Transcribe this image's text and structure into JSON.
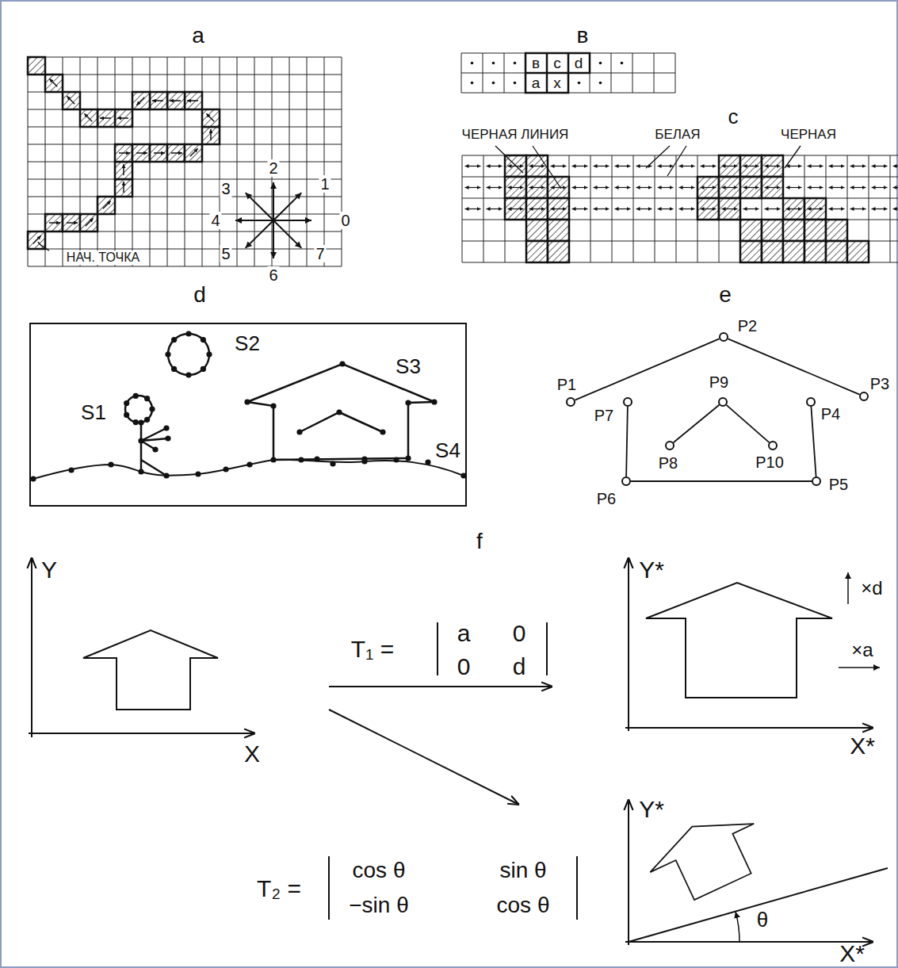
{
  "diagram": {
    "nodes": [
      {
        "text": [
          "P1"
        ]
      },
      {
        "text": [
          "P2"
        ]
      },
      {
        "text": [
          "P3"
        ]
      },
      {
        "text": [
          "P4"
        ]
      },
      {
        "text": [
          "P5"
        ]
      },
      {
        "text": [
          "P6"
        ]
      },
      {
        "text": [
          "P7"
        ]
      },
      {
        "text": [
          "P8"
        ]
      },
      {
        "text": [
          "P9"
        ]
      },
      {
        "text": [
          "P10"
        ]
      }
    ],
    "edges": [
      {
        "from": 0,
        "to": 1,
        "arrow": "none"
      },
      {
        "from": 1,
        "to": 2,
        "arrow": "none"
      },
      {
        "from": 6,
        "to": 5,
        "arrow": "none"
      },
      {
        "from": 5,
        "to": 4,
        "arrow": "none"
      },
      {
        "from": 4,
        "to": 3,
        "arrow": "none"
      },
      {
        "from": 8,
        "to": 7,
        "arrow": "none"
      },
      {
        "from": 8,
        "to": 9,
        "arrow": "none"
      }
    ],
    "labels": [
      "a",
      "в",
      "в",
      "c",
      "d",
      "a",
      "x",
      "c",
      "ЧЕРНАЯ ЛИНИЯ",
      "БЕЛАЯ",
      "ЧЕРНАЯ",
      "3",
      "2",
      "1",
      "4",
      "0",
      "5",
      "6",
      "7",
      "НАЧ. ТОЧКА",
      "d",
      "e",
      "S2",
      "S1",
      "S3",
      "S4",
      "f",
      "Y",
      "X",
      "T₁ =",
      "a",
      "0",
      "0",
      "d",
      "Y*",
      "×d",
      "×a",
      "X*",
      "T₂ =",
      "cos θ",
      "sin θ",
      "−sin θ",
      "cos θ",
      "Y*",
      "θ",
      "X*"
    ]
  }
}
